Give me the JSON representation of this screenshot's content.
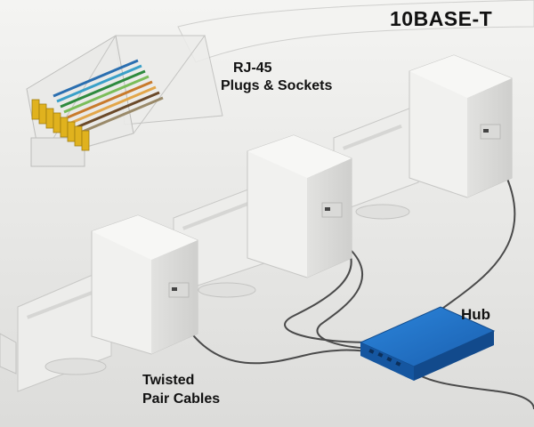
{
  "title": "10BASE-T",
  "labels": {
    "rj45_line1": "RJ-45",
    "rj45_line2": "Plugs & Sockets",
    "hub": "Hub",
    "cables_line1": "Twisted",
    "cables_line2": "Pair Cables"
  },
  "colors": {
    "background": "#e7e7e5",
    "hub": "#1f6fc4",
    "computer": "#f1f1ef",
    "cable": "#4a4a4a",
    "contacts": "#e0b21e"
  },
  "icons": [
    "rj45-plug-icon",
    "computer-icon",
    "monitor-icon",
    "hub-icon",
    "cable-icon"
  ]
}
